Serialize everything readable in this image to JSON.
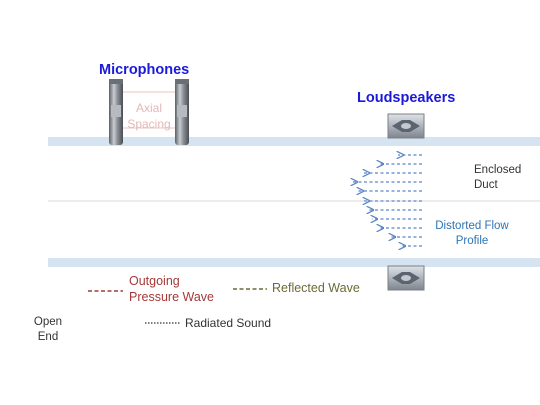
{
  "title_microphones": "Microphones",
  "title_loudspeakers": "Loudspeakers",
  "axial_spacing": [
    "Axial",
    "Spacing"
  ],
  "enclosed_duct": [
    "Enclosed",
    "Duct"
  ],
  "distorted_flow": [
    "Distorted Flow",
    "Profile"
  ],
  "legend": {
    "outgoing": [
      "Outgoing",
      "Pressure Wave"
    ],
    "reflected": "Reflected Wave",
    "radiated": "Radiated Sound"
  },
  "open_end": [
    "Open",
    "End"
  ],
  "colors": {
    "duct_wall": "#d6e3f0",
    "flow_arrows": "#5b86c6",
    "outgoing": "#a33a3a",
    "reflected": "#6b6b35",
    "radiated": "#333333",
    "title_blue": "#1a1ad8"
  },
  "icons": {
    "microphone": "microphone-icon",
    "loudspeaker": "loudspeaker-icon"
  }
}
